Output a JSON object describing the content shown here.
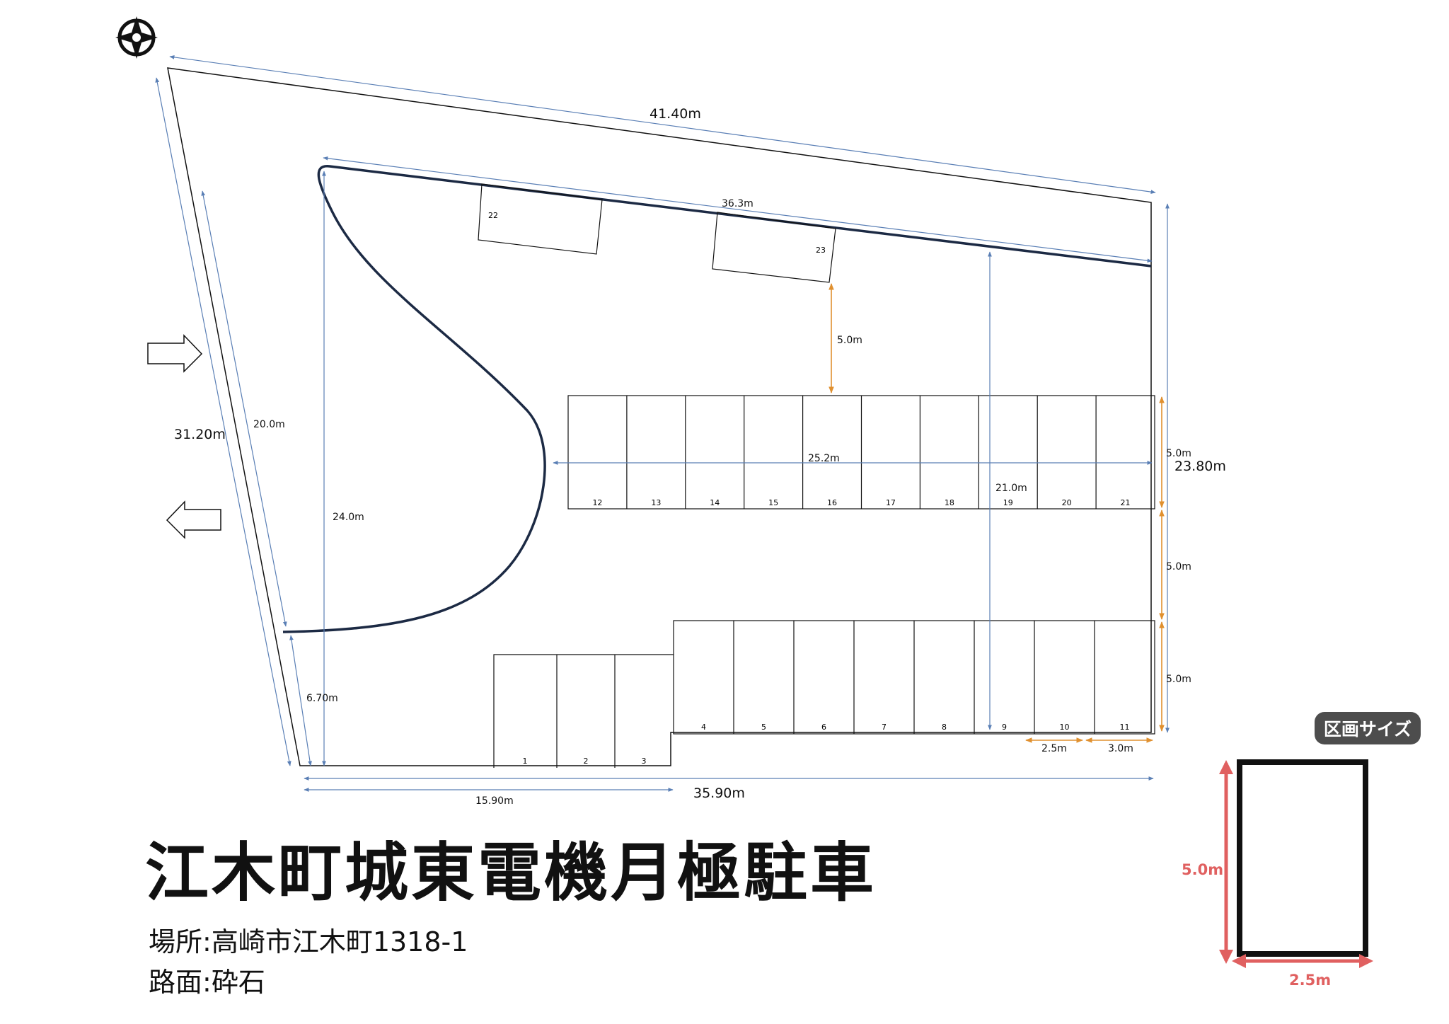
{
  "title": "江木町城東電機月極駐車",
  "location_label": "場所",
  "location_value": "高崎市江木町1318-1",
  "surface_label": "路面",
  "surface_value": "砕石",
  "colors": {
    "line": "#111111",
    "dimension_blue": "#5a7fb5",
    "dimension_orange": "#e0902f",
    "legend_red": "#e06060",
    "road": "#1c2a44",
    "badge_bg": "#4d4d4d"
  },
  "icons": {
    "compass": "compass-icon",
    "entrance": "arrow-right-icon",
    "exit": "arrow-left-icon"
  },
  "dimensions": {
    "top": "41.40m",
    "inner_top": "36.3m",
    "left": "31.20m",
    "left_inner": "20.0m",
    "right": "23.80m",
    "bottom": "35.90m",
    "bottom_left": "15.90m",
    "inner_height": "24.0m",
    "entry_gap": "6.70m",
    "aisle_top": "5.0m",
    "row_width": "25.2m",
    "center_height": "21.0m",
    "row1_depth": "5.0m",
    "aisle_mid": "5.0m",
    "row2_depth": "5.0m",
    "stall_width": "2.5m",
    "stall_width_wide": "3.0m"
  },
  "stalls": {
    "top": [
      "22",
      "23"
    ],
    "middle": [
      "12",
      "13",
      "14",
      "15",
      "16",
      "17",
      "18",
      "19",
      "20",
      "21"
    ],
    "bottom_right": [
      "4",
      "5",
      "6",
      "7",
      "8",
      "9",
      "10",
      "11"
    ],
    "bottom_left": [
      "1",
      "2",
      "3"
    ]
  },
  "legend": {
    "badge": "区画サイズ",
    "height": "5.0m",
    "width": "2.5m"
  }
}
